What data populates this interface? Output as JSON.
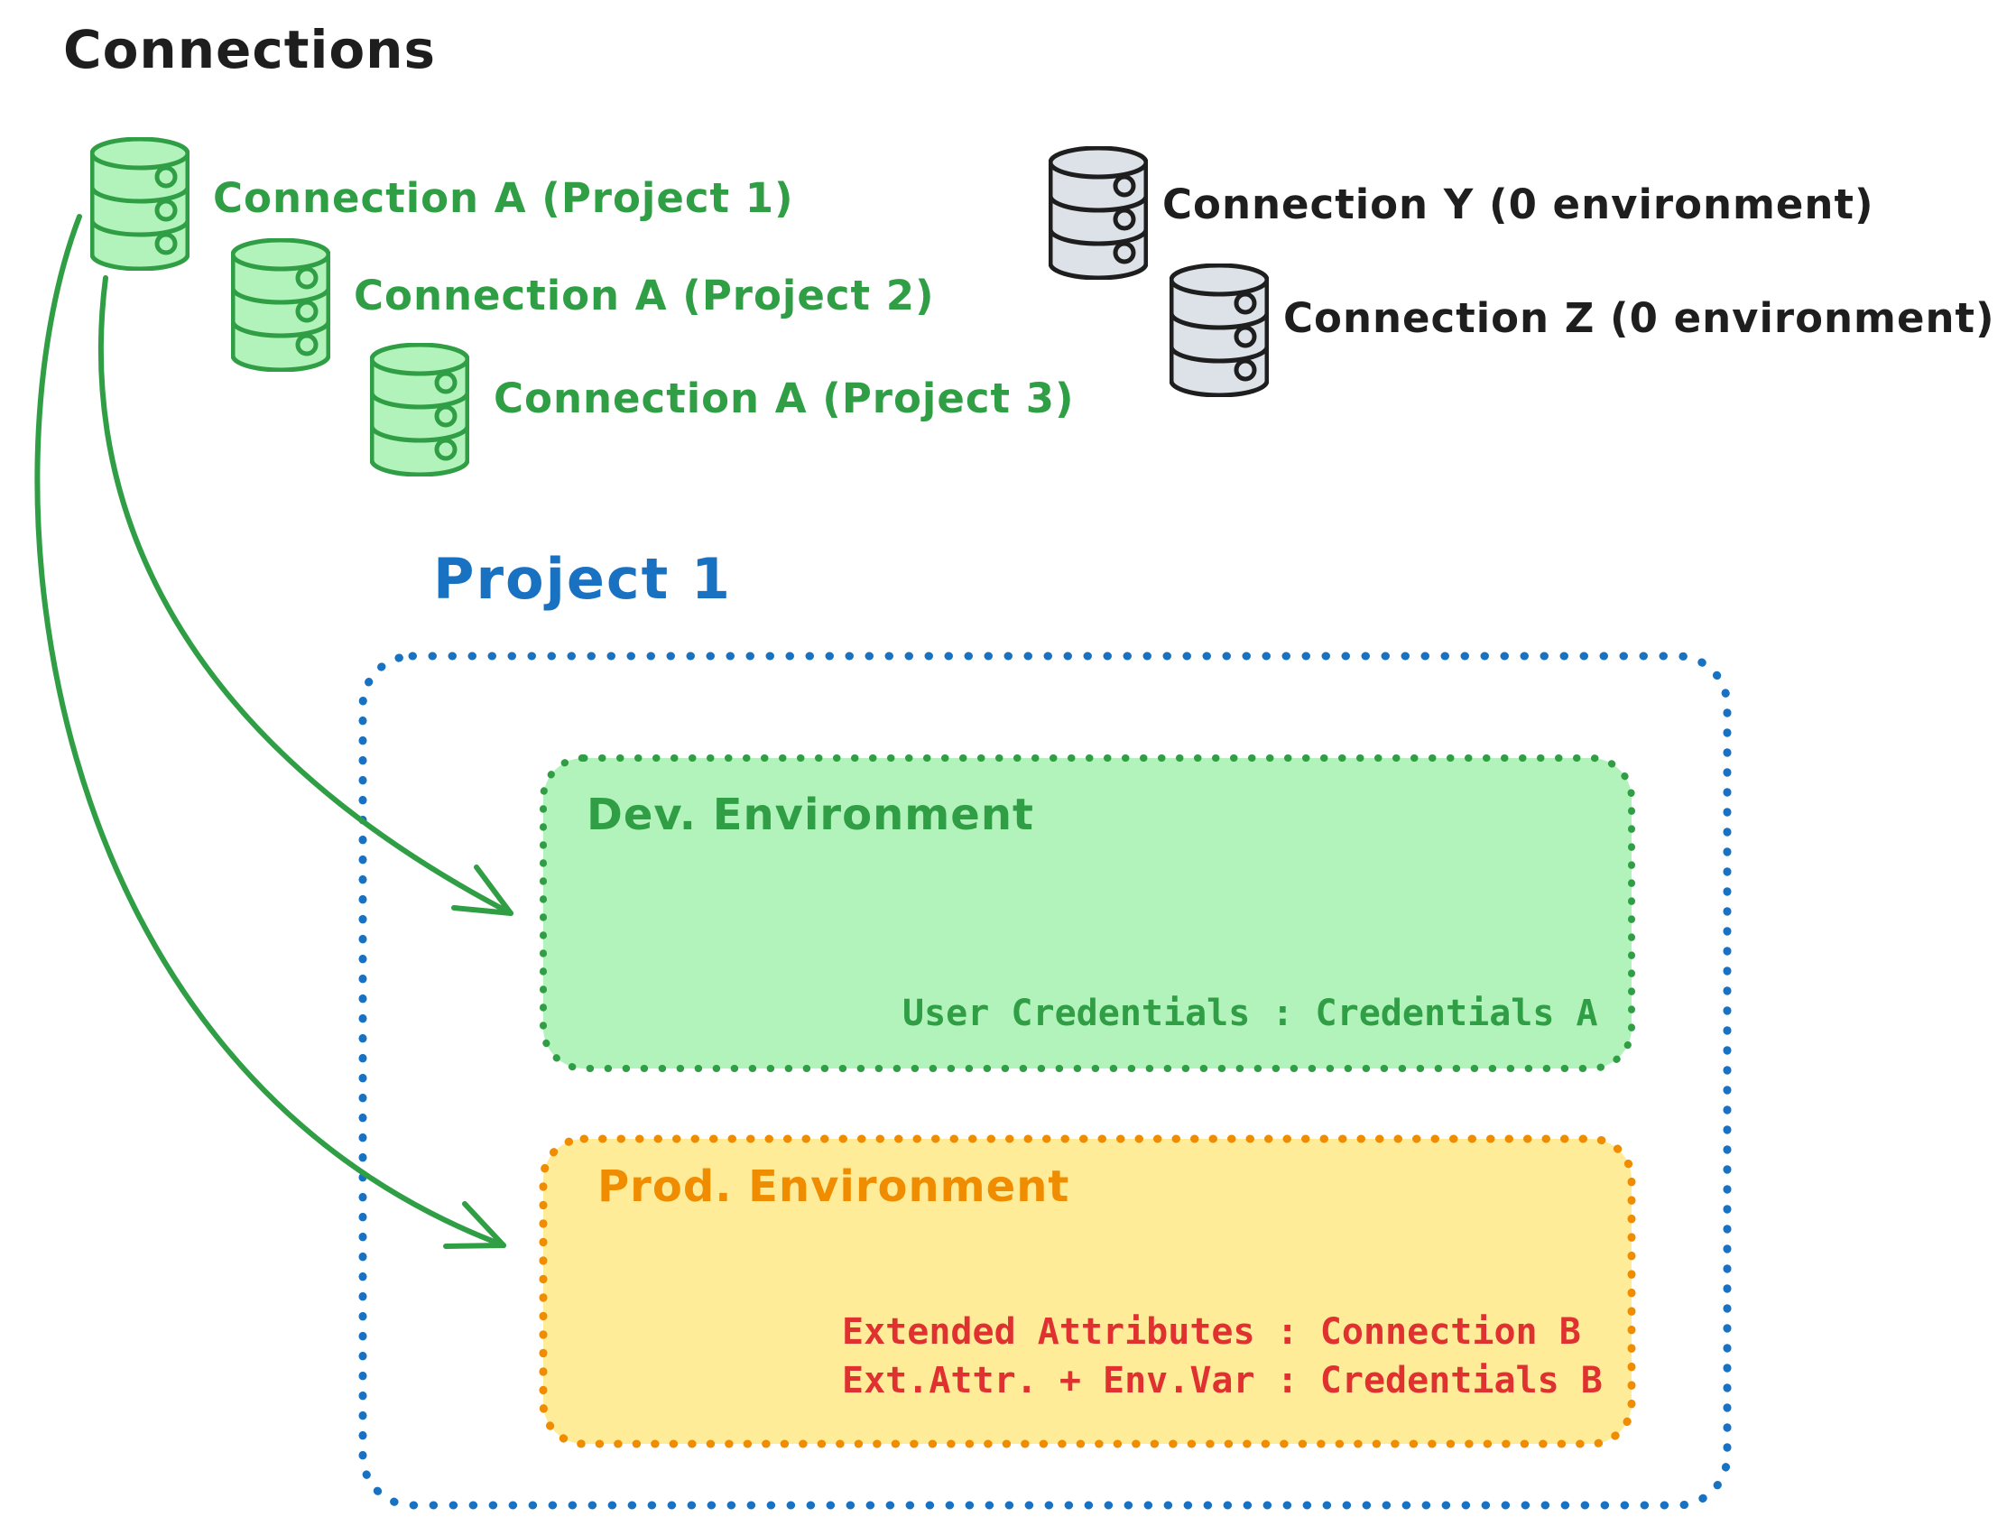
{
  "diagram_title": "Connections",
  "colors": {
    "text_black": "#1e1e1e",
    "green_stroke": "#2f9e44",
    "green_fill": "#b2f2bb",
    "blue_stroke": "#1971c2",
    "orange_stroke": "#f08c00",
    "yellow_fill": "#ffec99",
    "red_text": "#e03131",
    "gray_fill": "#dde2e8"
  },
  "connections_a": [
    {
      "label": "Connection A (Project 1)"
    },
    {
      "label": "Connection A (Project 2)"
    },
    {
      "label": "Connection A (Project 3)"
    }
  ],
  "connections_unassigned": [
    {
      "label": "Connection Y (0 environment)"
    },
    {
      "label": "Connection Z (0 environment)"
    }
  ],
  "project": {
    "title": "Project 1",
    "dev": {
      "name": "Dev. Environment",
      "mapping": "User Credentials : Credentials A"
    },
    "prod": {
      "name": "Prod. Environment",
      "mapping_line1": "Extended Attributes : Connection B",
      "mapping_line2": "Ext.Attr. + Env.Var : Credentials B"
    }
  }
}
